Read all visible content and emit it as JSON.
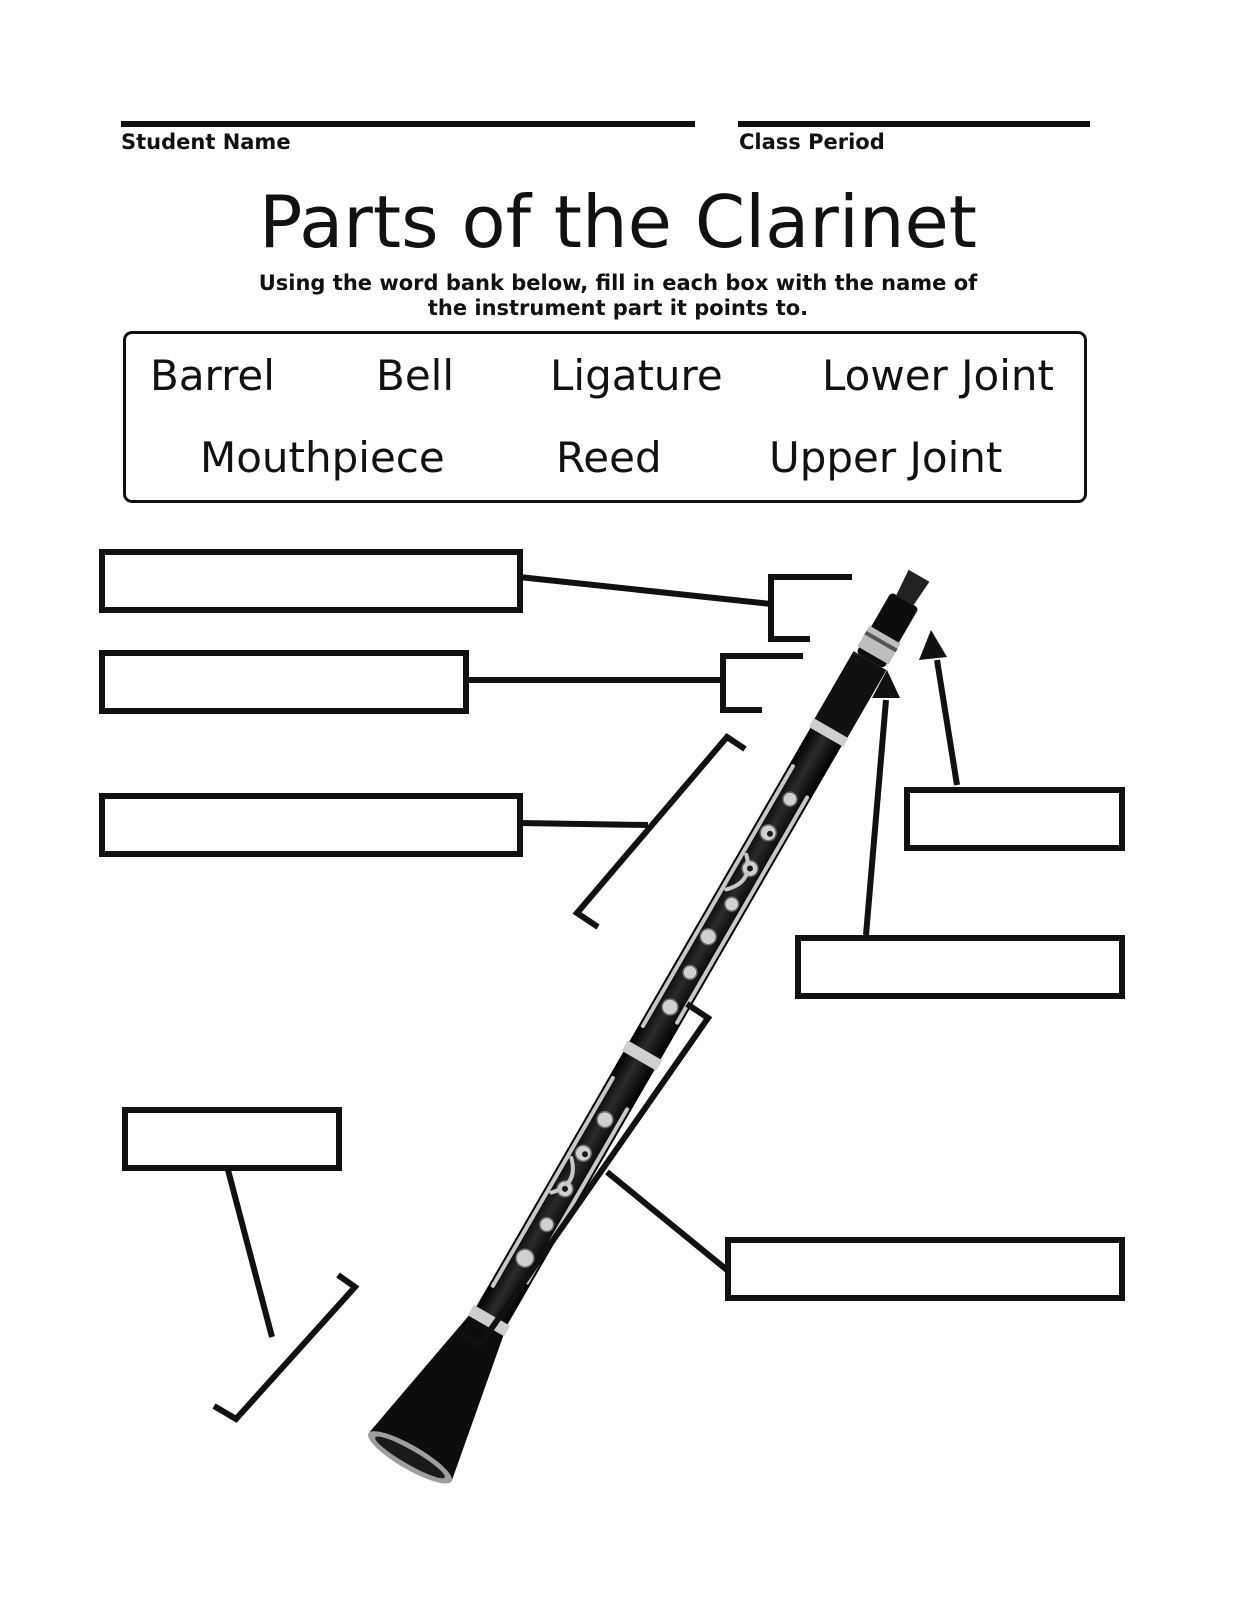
{
  "header": {
    "student_name_label": "Student Name",
    "class_period_label": "Class Period"
  },
  "title": "Parts of the Clarinet",
  "instructions": {
    "line1": "Using the word bank below, fill in each box with the name of",
    "line2": "the instrument part it points to."
  },
  "word_bank": [
    "Barrel",
    "Bell",
    "Ligature",
    "Lower Joint",
    "Mouthpiece",
    "Reed",
    "Upper Joint"
  ],
  "answer_boxes": [
    "",
    "",
    "",
    "",
    "",
    "",
    ""
  ],
  "colors": {
    "ink": "#111111",
    "clarinet_body": "#0d0d0d",
    "metal_keys": "#c8c8c8",
    "background": "#ffffff"
  },
  "icons": {
    "instrument": "clarinet-illustration"
  }
}
